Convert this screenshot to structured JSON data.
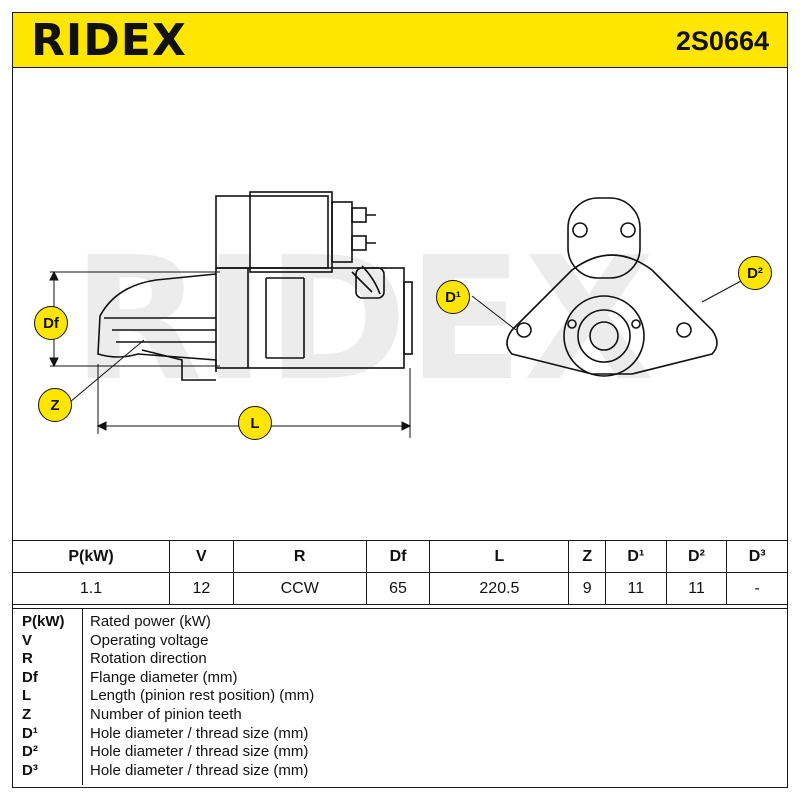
{
  "brand": "RIDEX",
  "part_number": "2S0664",
  "callouts": {
    "df": "Df",
    "z": "Z",
    "l": "L",
    "d1": "D¹",
    "d2": "D²"
  },
  "table": {
    "headers": [
      "P(kW)",
      "V",
      "R",
      "Df",
      "L",
      "Z",
      "D¹",
      "D²",
      "D³"
    ],
    "values": [
      "1.1",
      "12",
      "CCW",
      "65",
      "220.5",
      "9",
      "11",
      "11",
      "-"
    ]
  },
  "legend": [
    {
      "abbr": "P(kW)",
      "desc": "Rated power (kW)"
    },
    {
      "abbr": "V",
      "desc": "Operating voltage"
    },
    {
      "abbr": "R",
      "desc": "Rotation direction"
    },
    {
      "abbr": "Df",
      "desc": "Flange diameter (mm)"
    },
    {
      "abbr": "L",
      "desc": "Length (pinion rest position) (mm)"
    },
    {
      "abbr": "Z",
      "desc": "Number of pinion teeth"
    },
    {
      "abbr": "D¹",
      "desc": "Hole diameter / thread size (mm)"
    },
    {
      "abbr": "D²",
      "desc": "Hole diameter / thread size (mm)"
    },
    {
      "abbr": "D³",
      "desc": "Hole diameter / thread size (mm)"
    }
  ]
}
